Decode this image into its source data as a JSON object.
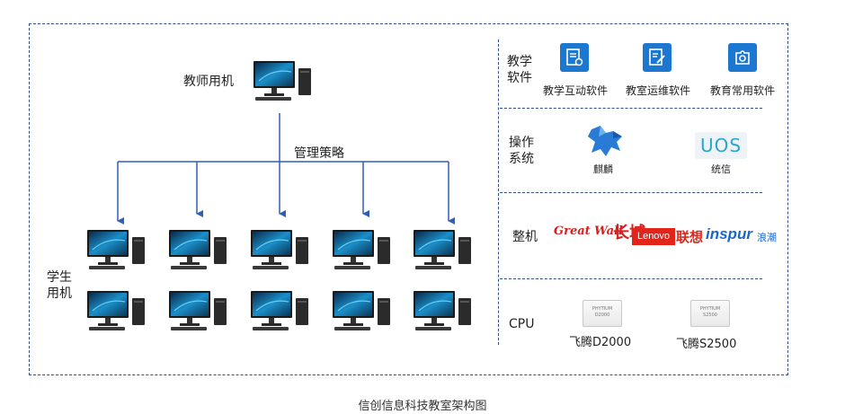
{
  "diagram": {
    "teacher_label": "教师用机",
    "policy_label": "管理策略",
    "student_label": "学生\n用机",
    "caption": "信创信息科技教室架构图"
  },
  "stack": {
    "software": {
      "label": "教学\n软件",
      "items": [
        {
          "label": "教学互动软件",
          "icon": "document-settings-icon"
        },
        {
          "label": "教室运维软件",
          "icon": "document-edit-icon"
        },
        {
          "label": "教育常用软件",
          "icon": "puzzle-gear-icon"
        }
      ]
    },
    "os": {
      "label": "操作\n系统",
      "items": [
        {
          "label": "麒麟",
          "icon": "kylin-logo"
        },
        {
          "label": "统信",
          "icon": "uos-logo",
          "logo_text": "UOS"
        }
      ]
    },
    "machine": {
      "label": "整机",
      "brands": {
        "greatwall": "Great Wall",
        "greatwall_cn": "长城",
        "lenovo": "Lenovo",
        "lenovo_cn": "联想",
        "inspur": "inspur",
        "inspur_cn": "浪潮"
      }
    },
    "cpu": {
      "label": "CPU",
      "items": [
        {
          "label": "飞腾D2000",
          "chip_brand": "PHYTIUM",
          "chip_model": "D2000"
        },
        {
          "label": "飞腾S2500",
          "chip_brand": "PHYTIUM",
          "chip_model": "S2500"
        }
      ]
    }
  },
  "colors": {
    "frame": "#2f4f86",
    "arrow": "#2f5fb3",
    "icon_blue": "#1b77d0",
    "brand_red": "#d81e1e",
    "inspur_blue": "#1a66c8"
  }
}
